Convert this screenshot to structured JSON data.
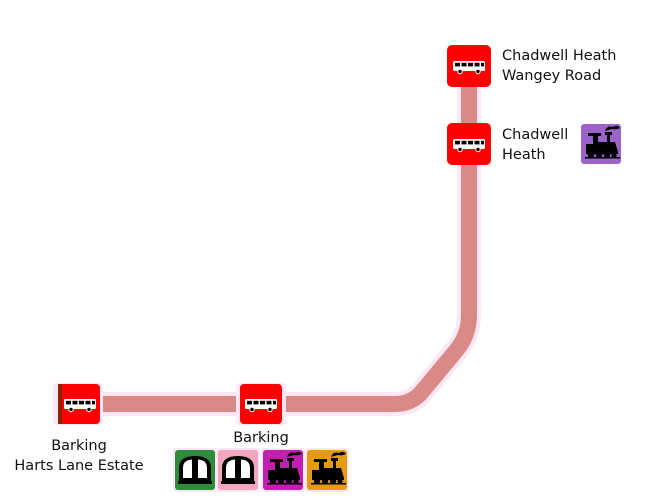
{
  "route": {
    "color": "#d98a87",
    "halo": "#fbe7f6"
  },
  "stops": [
    {
      "id": "chadwell-heath-wangey-road",
      "name_lines": [
        "Chadwell Heath",
        "Wangey Road"
      ],
      "modes": [
        "bus-icon"
      ]
    },
    {
      "id": "chadwell-heath",
      "name_lines": [
        "Chadwell",
        "Heath"
      ],
      "modes": [
        "bus-icon"
      ],
      "interchanges": [
        {
          "mode": "national-rail-icon",
          "color": "#9b63c9"
        }
      ]
    },
    {
      "id": "barking",
      "name_lines": [
        "Barking"
      ],
      "modes": [
        "bus-icon"
      ],
      "interchanges": [
        {
          "mode": "underground-icon",
          "color": "#2e8b3a"
        },
        {
          "mode": "underground-icon",
          "color": "#f2a5bf"
        },
        {
          "mode": "national-rail-icon",
          "color": "#c21fb0"
        },
        {
          "mode": "national-rail-icon",
          "color": "#e69a12"
        }
      ]
    },
    {
      "id": "barking-harts-lane-estate",
      "name_lines": [
        "Barking",
        "Harts Lane Estate"
      ],
      "modes": [
        "bus-icon"
      ]
    }
  ],
  "colors": {
    "bus_marker": "#ff0000",
    "bus_marker_edge": "#8b2500",
    "icon_ink": "#000000"
  }
}
